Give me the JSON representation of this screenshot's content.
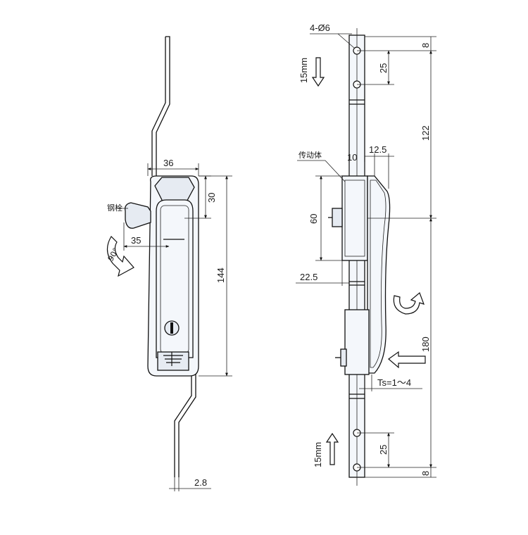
{
  "front_view": {
    "width_dim": "36",
    "handle_dim": "30",
    "height_dim": "144",
    "bolt_offset_dim": "35",
    "thickness_dim": "2.8",
    "bolt_label": "钢栓",
    "rotation_label": "90°"
  },
  "side_view": {
    "hole_label": "4-Ø6",
    "stroke_top": "15mm",
    "stroke_bottom": "15mm",
    "top_edge_dim": "8",
    "top_hole_dim": "25",
    "upper_span_dim": "122",
    "lower_span_dim": "180",
    "bottom_hole_dim": "25",
    "bottom_edge_dim": "8",
    "body_label": "传动体",
    "body_width_dim": "10",
    "handle_depth_dim": "12.5",
    "body_height_dim": "60",
    "offset_dim": "22.5",
    "ts_label": "Ts=1～4"
  }
}
